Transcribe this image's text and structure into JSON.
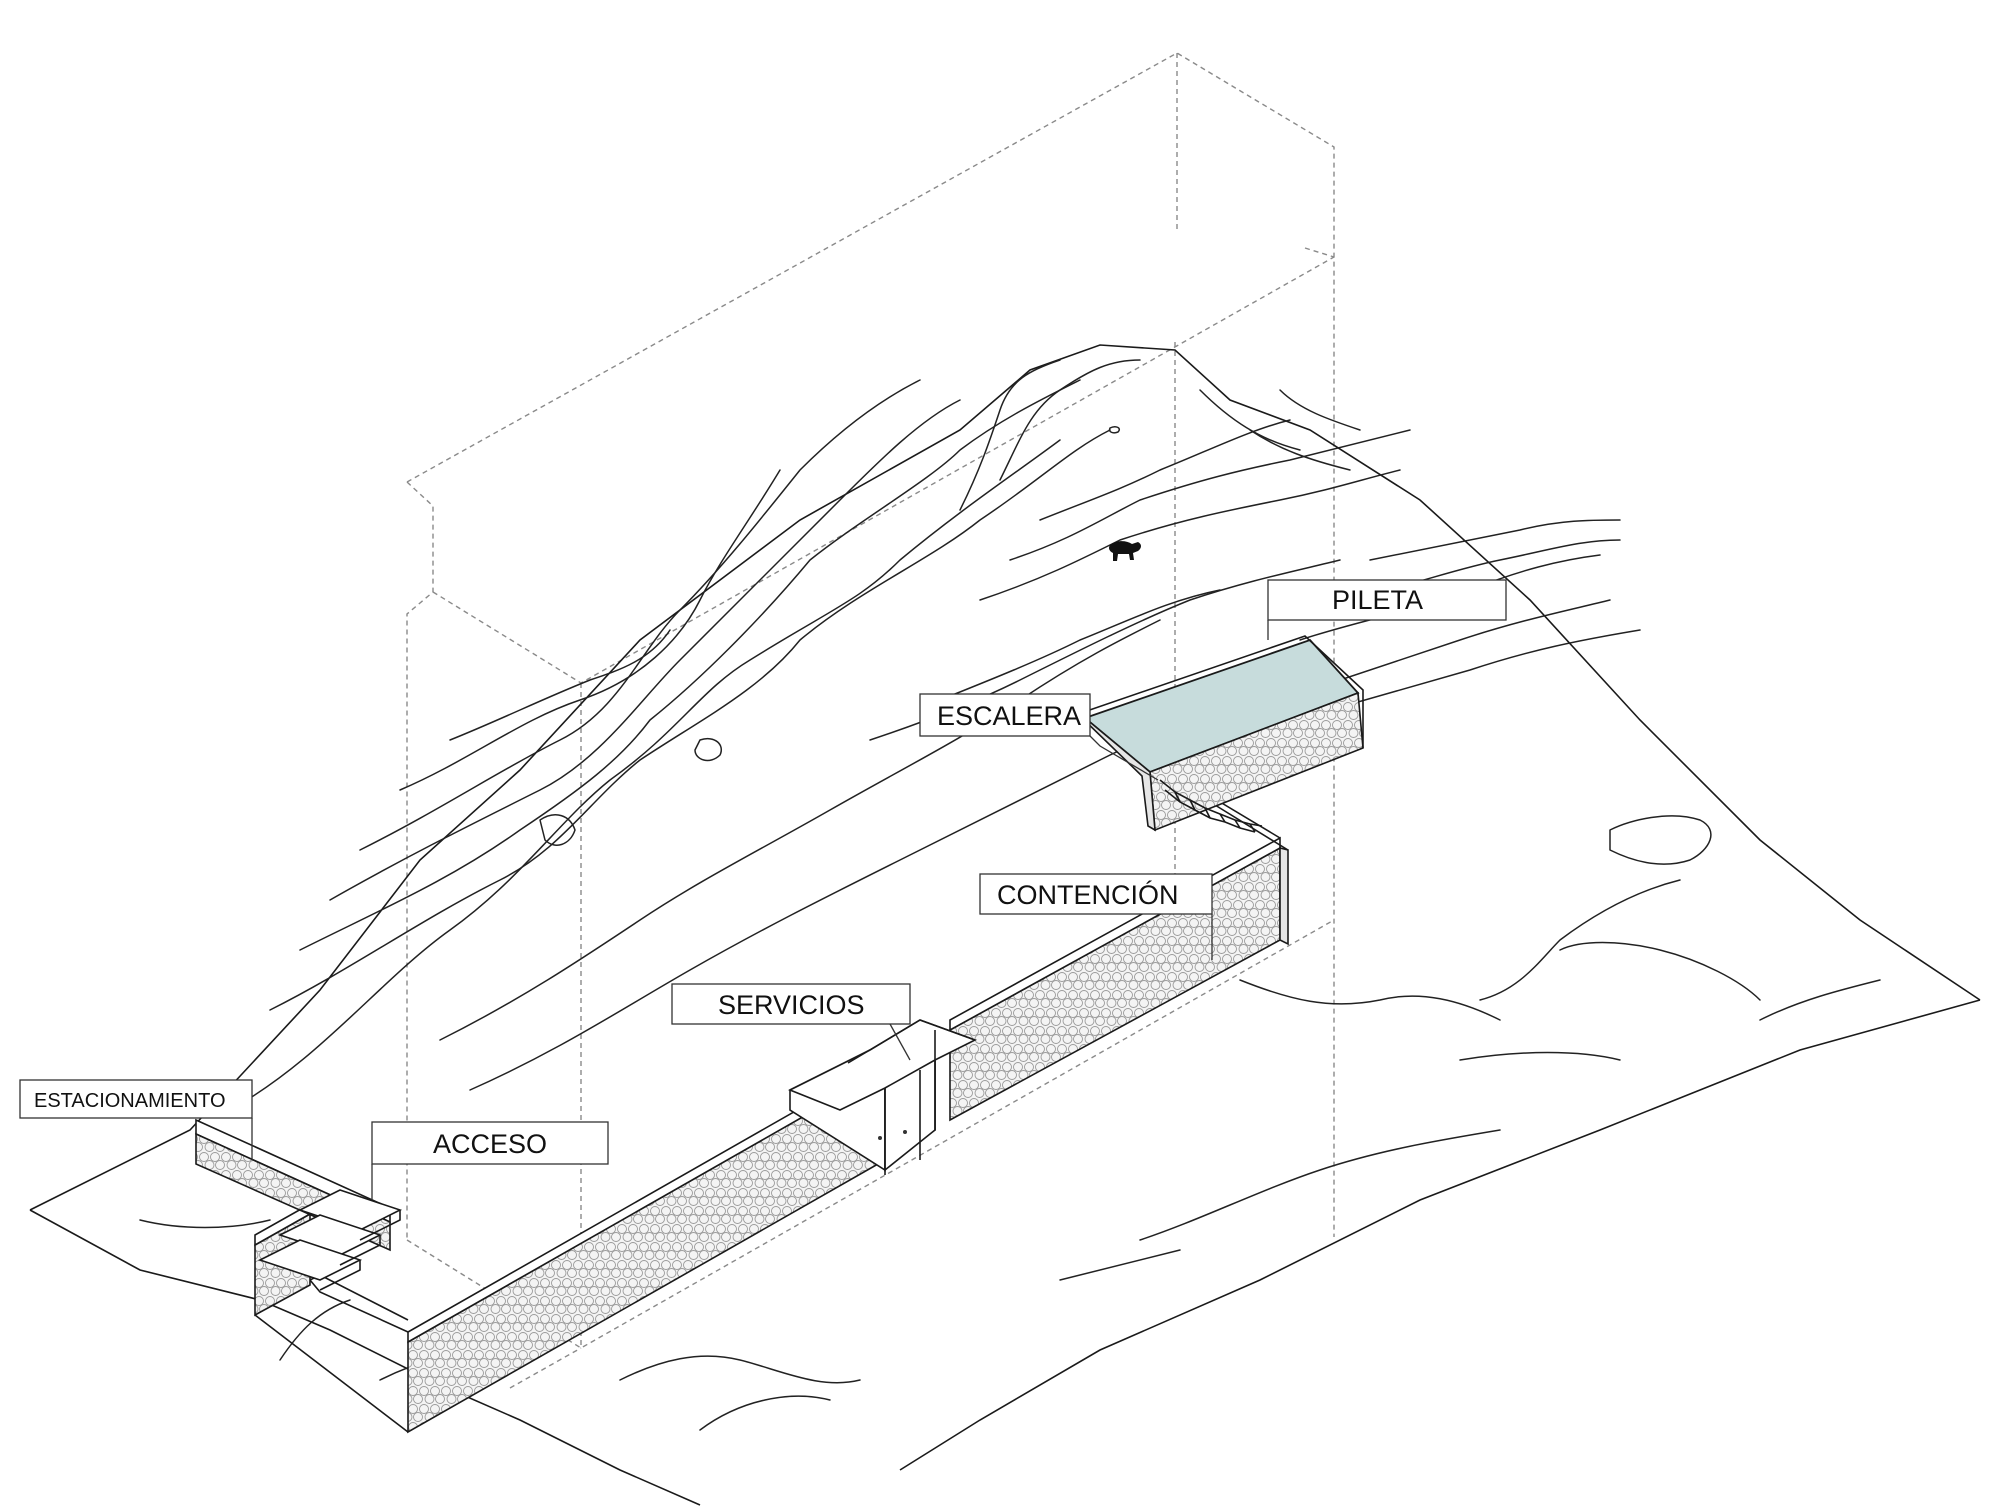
{
  "labels": {
    "pileta": "PILETA",
    "escalera": "ESCALERA",
    "contencion": "CONTENCIÓN",
    "servicios": "SERVICIOS",
    "estacionamiento": "ESTACIONAMIENTO",
    "acceso": "ACCESO"
  },
  "colors": {
    "pool_water": "#c7dcdc",
    "lines": "#1a1a1a",
    "dashed_volume": "#8a8a8a",
    "stone_texture": "#9a9a9a"
  }
}
